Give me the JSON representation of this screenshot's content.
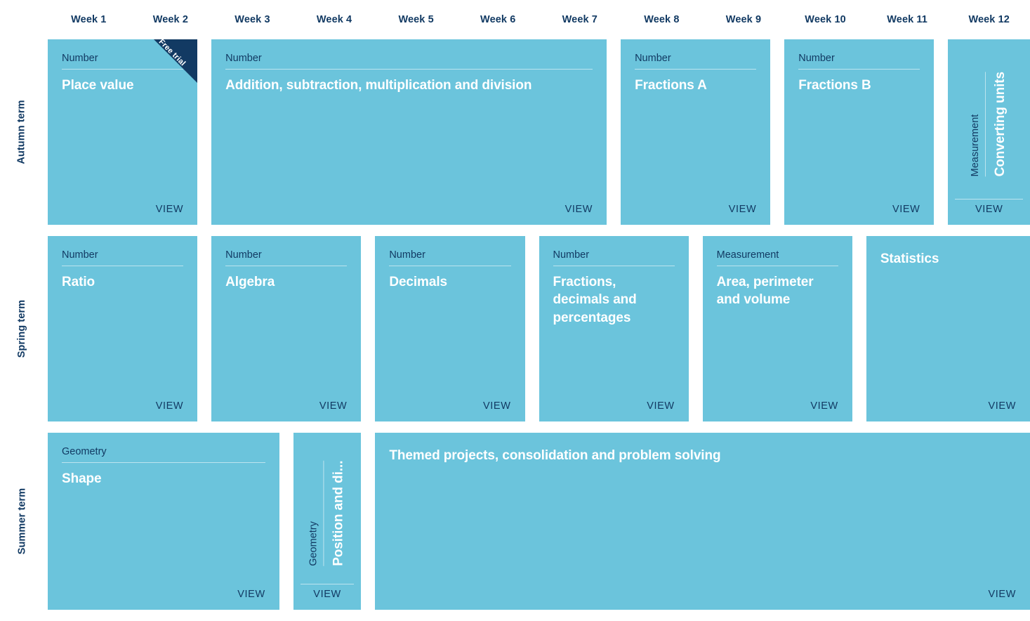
{
  "colors": {
    "card_fill": "#6bc4dc",
    "navy": "#123a63",
    "title_text": "#ffffff",
    "page_background": "#ffffff"
  },
  "header": {
    "weeks": [
      "Week 1",
      "Week 2",
      "Week 3",
      "Week 4",
      "Week 5",
      "Week 6",
      "Week 7",
      "Week 8",
      "Week 9",
      "Week 10",
      "Week 11",
      "Week 12"
    ]
  },
  "view_label": "VIEW",
  "badges": {
    "free_trial": "Free trial"
  },
  "terms": [
    {
      "label": "Autumn term",
      "units": [
        {
          "category": "Number",
          "title": "Place value",
          "view": "VIEW",
          "span": 2,
          "orientation": "horizontal",
          "badge": "Free trial"
        },
        {
          "category": "Number",
          "title": "Addition, subtraction, multiplication and division",
          "view": "VIEW",
          "span": 5,
          "orientation": "horizontal",
          "badge": null
        },
        {
          "category": "Number",
          "title": "Fractions A",
          "view": "VIEW",
          "span": 2,
          "orientation": "horizontal",
          "badge": null
        },
        {
          "category": "Number",
          "title": "Fractions B",
          "view": "VIEW",
          "span": 2,
          "orientation": "horizontal",
          "badge": null
        },
        {
          "category": "Measurement",
          "title": "Converting units",
          "view": "VIEW",
          "span": 1,
          "orientation": "vertical",
          "badge": null
        }
      ]
    },
    {
      "label": "Spring term",
      "units": [
        {
          "category": "Number",
          "title": "Ratio",
          "view": "VIEW",
          "span": 2,
          "orientation": "horizontal",
          "badge": null
        },
        {
          "category": "Number",
          "title": "Algebra",
          "view": "VIEW",
          "span": 2,
          "orientation": "horizontal",
          "badge": null
        },
        {
          "category": "Number",
          "title": "Decimals",
          "view": "VIEW",
          "span": 2,
          "orientation": "horizontal",
          "badge": null
        },
        {
          "category": "Number",
          "title": "Fractions, decimals and percentages",
          "view": "VIEW",
          "span": 2,
          "orientation": "horizontal",
          "badge": null
        },
        {
          "category": "Measurement",
          "title": "Area, perimeter and volume",
          "view": "VIEW",
          "span": 2,
          "orientation": "horizontal",
          "badge": null
        },
        {
          "category": null,
          "title": "Statistics",
          "view": "VIEW",
          "span": 2,
          "orientation": "horizontal",
          "badge": null
        }
      ]
    },
    {
      "label": "Summer term",
      "units": [
        {
          "category": "Geometry",
          "title": "Shape",
          "view": "VIEW",
          "span": 3,
          "orientation": "horizontal",
          "badge": null
        },
        {
          "category": "Geometry",
          "title": "Position and di...",
          "view": "VIEW",
          "span": 1,
          "orientation": "vertical",
          "badge": null
        },
        {
          "category": null,
          "title": "Themed projects, consolidation and problem solving",
          "view": "VIEW",
          "span": 8,
          "orientation": "horizontal",
          "badge": null
        }
      ]
    }
  ]
}
